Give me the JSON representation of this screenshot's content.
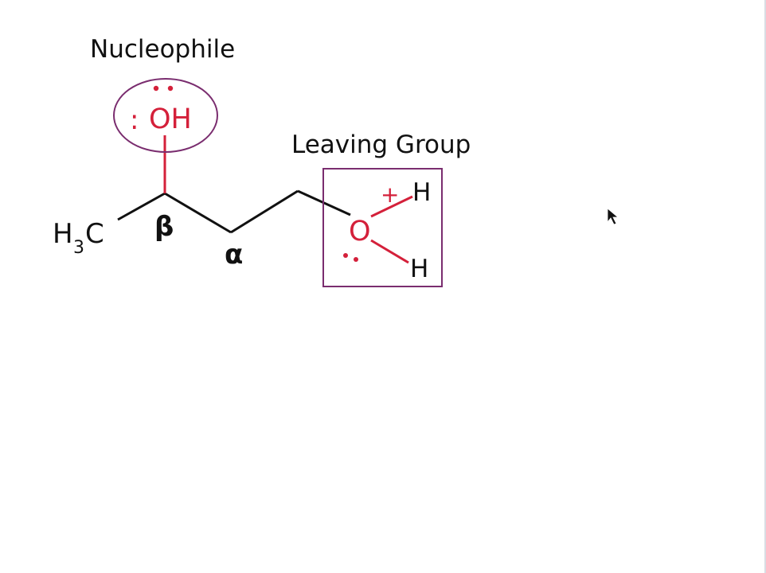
{
  "diagram": {
    "nucleophile_label": "Nucleophile",
    "leaving_group_label": "Leaving Group",
    "nucleophile_group": "OH",
    "nucleophile_lone_pair_left": ":",
    "leaving_oxygen": "O",
    "leaving_charge": "+",
    "leaving_h_top": "H",
    "leaving_h_bottom": "H",
    "methyl_main": "H",
    "methyl_sub": "3",
    "methyl_tail": "C",
    "beta_label": "β",
    "alpha_label": "α"
  },
  "colors": {
    "red": "#d4203a",
    "black": "#111111",
    "outline": "#7a2d6f"
  }
}
